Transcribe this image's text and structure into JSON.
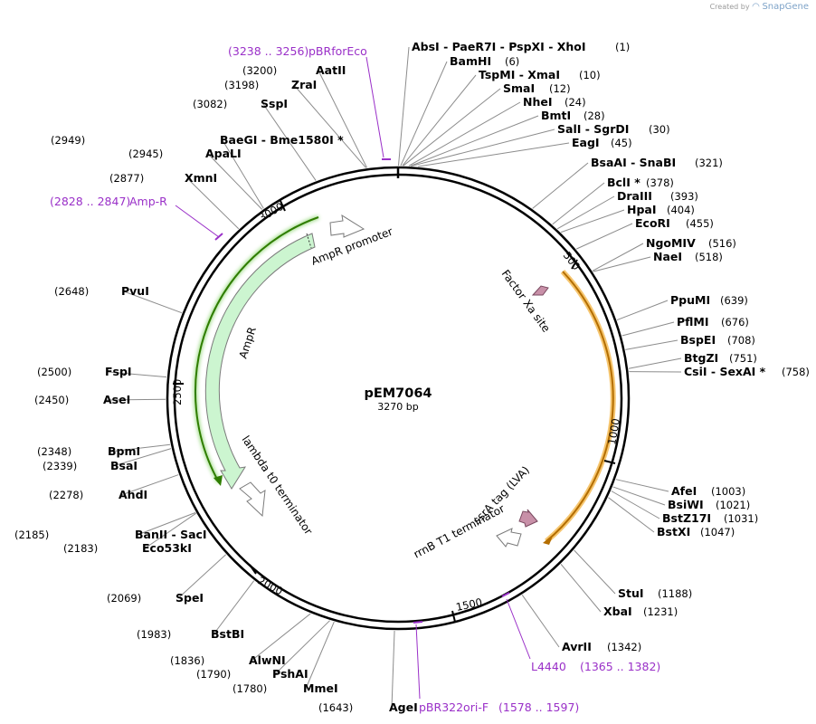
{
  "branding": {
    "created_by": "Created by",
    "product": "SnapGene"
  },
  "plasmid": {
    "name": "pEM7064",
    "length": "3270 bp"
  },
  "colors": {
    "backbone": "#000000",
    "leader": "#8c8c8c",
    "primer": "#9a30c8",
    "ampr_fill": "#ccf5d0",
    "ampr_glow": "#2f7d00",
    "orf_glow": "#e89a00",
    "feature_pink": "#c890a8",
    "promoter_terminator": "#ffffff"
  },
  "ticks": [
    "500",
    "1000",
    "1500",
    "2000",
    "2500",
    "3000"
  ],
  "sites": [
    {
      "id": "absi-group",
      "parts": [
        "AbsI",
        "PaeR7I",
        "PspXI",
        "XhoI"
      ],
      "pos": "(1)"
    },
    {
      "id": "bamhi",
      "parts": [
        "BamHI"
      ],
      "pos": "(6)"
    },
    {
      "id": "tspmi-group",
      "parts": [
        "TspMI",
        "XmaI"
      ],
      "pos": "(10)"
    },
    {
      "id": "smai",
      "parts": [
        "SmaI"
      ],
      "pos": "(12)"
    },
    {
      "id": "nhei",
      "parts": [
        "NheI"
      ],
      "pos": "(24)"
    },
    {
      "id": "bmti",
      "parts": [
        "BmtI"
      ],
      "pos": "(28)"
    },
    {
      "id": "sali-group",
      "parts": [
        "SalI",
        "SgrDI"
      ],
      "pos": "(30)"
    },
    {
      "id": "eagi",
      "parts": [
        "EagI"
      ],
      "pos": "(45)"
    },
    {
      "id": "bsaai-group",
      "parts": [
        "BsaAI",
        "SnaBI"
      ],
      "pos": "(321)"
    },
    {
      "id": "bcli",
      "parts": [
        "BclI *"
      ],
      "pos": "(378)"
    },
    {
      "id": "draiii",
      "parts": [
        "DraIII"
      ],
      "pos": "(393)"
    },
    {
      "id": "hpai",
      "parts": [
        "HpaI"
      ],
      "pos": "(404)"
    },
    {
      "id": "ecori",
      "parts": [
        "EcoRI"
      ],
      "pos": "(455)"
    },
    {
      "id": "ngomiv",
      "parts": [
        "NgoMIV"
      ],
      "pos": "(516)"
    },
    {
      "id": "naei",
      "parts": [
        "NaeI"
      ],
      "pos": "(518)"
    },
    {
      "id": "ppumi",
      "parts": [
        "PpuMI"
      ],
      "pos": "(639)"
    },
    {
      "id": "pflmi",
      "parts": [
        "PflMI"
      ],
      "pos": "(676)"
    },
    {
      "id": "bspei",
      "parts": [
        "BspEI"
      ],
      "pos": "(708)"
    },
    {
      "id": "btgzi",
      "parts": [
        "BtgZI"
      ],
      "pos": "(751)"
    },
    {
      "id": "csii-group",
      "parts": [
        "CsiI",
        "SexAI *"
      ],
      "pos": "(758)"
    },
    {
      "id": "afei",
      "parts": [
        "AfeI"
      ],
      "pos": "(1003)"
    },
    {
      "id": "bsiwi",
      "parts": [
        "BsiWI"
      ],
      "pos": "(1021)"
    },
    {
      "id": "bstz17i",
      "parts": [
        "BstZ17I"
      ],
      "pos": "(1031)"
    },
    {
      "id": "bstxi",
      "parts": [
        "BstXI"
      ],
      "pos": "(1047)"
    },
    {
      "id": "stui",
      "parts": [
        "StuI"
      ],
      "pos": "(1188)"
    },
    {
      "id": "xbai",
      "parts": [
        "XbaI"
      ],
      "pos": "(1231)"
    },
    {
      "id": "avrii",
      "parts": [
        "AvrII"
      ],
      "pos": "(1342)"
    },
    {
      "id": "agei",
      "parts": [
        "AgeI"
      ],
      "pos": "(1643)"
    },
    {
      "id": "mmei",
      "parts": [
        "MmeI"
      ],
      "pos": "(1780)"
    },
    {
      "id": "pshai",
      "parts": [
        "PshAI"
      ],
      "pos": "(1790)"
    },
    {
      "id": "alwni",
      "parts": [
        "AlwNI"
      ],
      "pos": "(1836)"
    },
    {
      "id": "bstbi",
      "parts": [
        "BstBI"
      ],
      "pos": "(1983)"
    },
    {
      "id": "spei",
      "parts": [
        "SpeI"
      ],
      "pos": "(2069)"
    },
    {
      "id": "eco53ki",
      "parts": [
        "Eco53kI"
      ],
      "pos": "(2183)"
    },
    {
      "id": "banii-group",
      "parts": [
        "BanII",
        "SacI"
      ],
      "pos": "(2185)"
    },
    {
      "id": "ahdi",
      "parts": [
        "AhdI"
      ],
      "pos": "(2278)"
    },
    {
      "id": "bsai",
      "parts": [
        "BsaI"
      ],
      "pos": "(2339)"
    },
    {
      "id": "bpmi",
      "parts": [
        "BpmI"
      ],
      "pos": "(2348)"
    },
    {
      "id": "asei",
      "parts": [
        "AseI"
      ],
      "pos": "(2450)"
    },
    {
      "id": "fspi",
      "parts": [
        "FspI"
      ],
      "pos": "(2500)"
    },
    {
      "id": "pvui",
      "parts": [
        "PvuI"
      ],
      "pos": "(2648)"
    },
    {
      "id": "xmni",
      "parts": [
        "XmnI"
      ],
      "pos": "(2877)"
    },
    {
      "id": "apali",
      "parts": [
        "ApaLI"
      ],
      "pos": "(2945)"
    },
    {
      "id": "baegi-group",
      "parts": [
        "BaeGI",
        "Bme1580I *"
      ],
      "pos": "(2949)"
    },
    {
      "id": "sspi",
      "parts": [
        "SspI"
      ],
      "pos": "(3082)"
    },
    {
      "id": "zrai",
      "parts": [
        "ZraI"
      ],
      "pos": "(3198)"
    },
    {
      "id": "aatii",
      "parts": [
        "AatII"
      ],
      "pos": "(3200)"
    }
  ],
  "primers": [
    {
      "id": "pbrforeco",
      "name": "pBRforEco",
      "range": "(3238 .. 3256)"
    },
    {
      "id": "amp-r",
      "name": "Amp-R",
      "range": "(2828 .. 2847)"
    },
    {
      "id": "l4440",
      "name": "L4440",
      "range": "(1365 .. 1382)"
    },
    {
      "id": "pbr322ori-f",
      "name": "pBR322ori-F",
      "range": "(1578 .. 1597)"
    }
  ],
  "features": [
    {
      "id": "ampr",
      "label": "AmpR"
    },
    {
      "id": "ampr-promoter",
      "label": "AmpR promoter"
    },
    {
      "id": "lambda-t0",
      "label": "lambda t0 terminator"
    },
    {
      "id": "factor-xa",
      "label": "Factor Xa site"
    },
    {
      "id": "ssra-tag",
      "label": "ssrA tag (LVA)"
    },
    {
      "id": "rrnb-t1",
      "label": "rrnB T1 terminator"
    }
  ]
}
